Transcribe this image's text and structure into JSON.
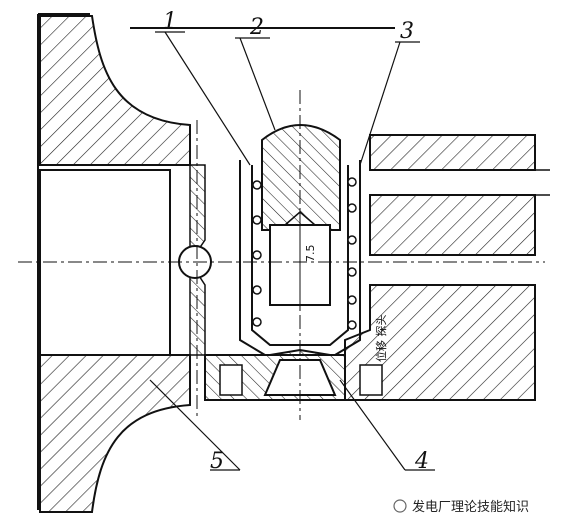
{
  "callouts": {
    "c1": "1",
    "c2": "2",
    "c3": "3",
    "c4": "4",
    "c5": "5"
  },
  "dimension": "7.5",
  "side_label": "位移 探头",
  "watermark": "发电厂理论技能知识"
}
